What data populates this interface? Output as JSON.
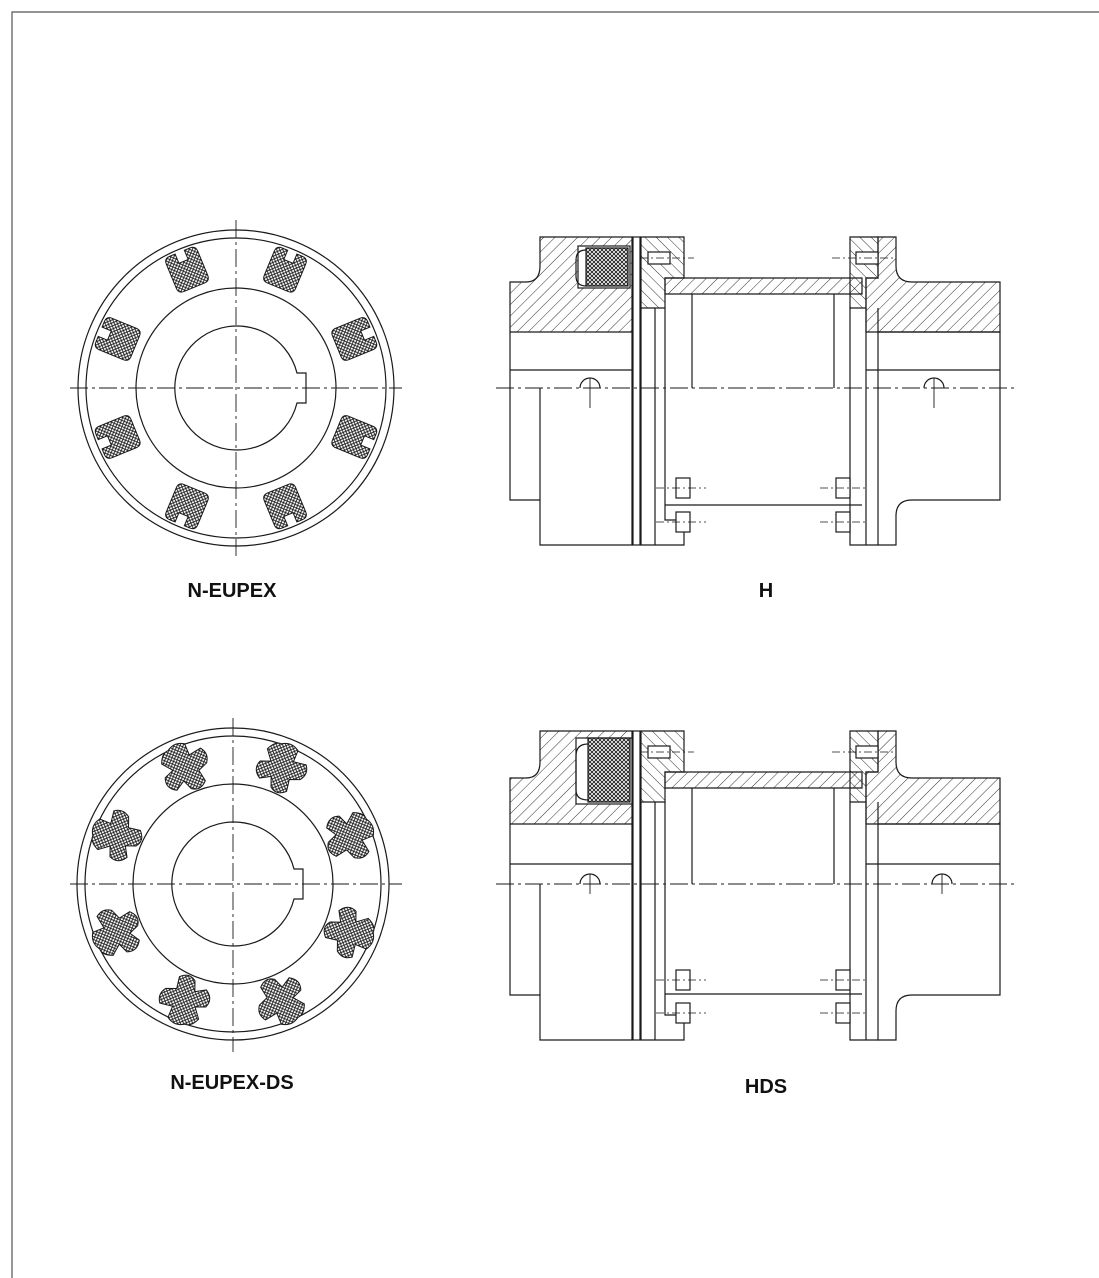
{
  "labels": {
    "top_left": "N-EUPEX",
    "top_right": "H",
    "bottom_left": "N-EUPEX-DS",
    "bottom_right": "HDS"
  },
  "colors": {
    "line": "#1a1a1a",
    "frame": "#555555",
    "background": "#ffffff",
    "elastomer": "#3a3a3a"
  }
}
